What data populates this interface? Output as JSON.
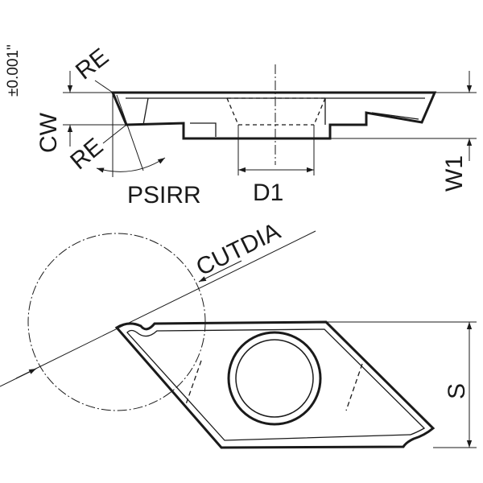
{
  "labels": {
    "re_top": "RE",
    "re_bottom": "RE",
    "cw": "CW",
    "tolerance": "±0.001\"",
    "psirr": "PSIRR",
    "d1": "D1",
    "w1": "W1",
    "cutdia": "CUTDIA",
    "s": "S"
  },
  "colors": {
    "line": "#1a1a1a",
    "background": "#ffffff"
  }
}
